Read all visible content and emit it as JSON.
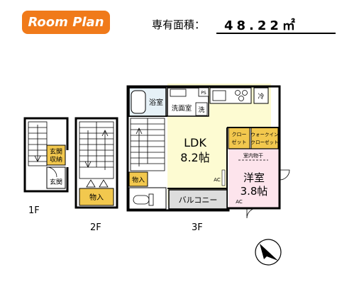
{
  "header": {
    "badge": "Room Plan",
    "area_label": "専有面積：",
    "area_value": "48.22㎡"
  },
  "floors": {
    "f1": "1F",
    "f2": "2F",
    "f3": "3F"
  },
  "rooms": {
    "bath": "浴室",
    "washroom": "洗面室",
    "wash": "洗",
    "ref": "冷",
    "ps": "PS",
    "ldk": "LDK",
    "ldk_size": "8.2帖",
    "closet1": "クロー",
    "closet2": "ゼット",
    "walkin1": "ウォークイン",
    "walkin2": "クローゼット",
    "indoor_dry": "室内物干",
    "western": "洋室",
    "western_size": "3.8帖",
    "ac1": "AC",
    "ac2": "AC",
    "storage_3f": "物入",
    "balcony": "バルコニー",
    "entrance_storage1": "玄関",
    "entrance_storage2": "収納",
    "entrance": "玄関",
    "storage_2f": "物入"
  },
  "colors": {
    "badge": "#f07a1a",
    "ldk_floor": "#fdfbd2",
    "western_floor": "#fde4ec",
    "storage": "#f2c84e",
    "wet_area": "#e6f1f7",
    "balcony": "#dddddd"
  }
}
